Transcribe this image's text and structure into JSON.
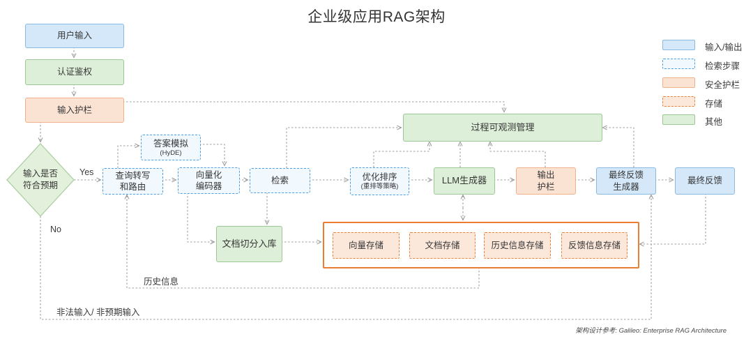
{
  "title": "企业级应用RAG架构",
  "nodes": {
    "user_input": {
      "label": "用户输入"
    },
    "auth": {
      "label": "认证鉴权"
    },
    "input_guardrail": {
      "label": "输入护栏"
    },
    "decision": {
      "line1": "输入是否",
      "line2": "符合预期"
    },
    "hyde": {
      "line1": "答案模拟",
      "line2": "(HyDE)"
    },
    "query_rewrite": {
      "line1": "查询转写",
      "line2": "和路由"
    },
    "encoder": {
      "line1": "向量化",
      "line2": "编码器"
    },
    "retrieval": {
      "label": "检索"
    },
    "rerank": {
      "line1": "优化排序",
      "line2": "(重排等策略)"
    },
    "llm": {
      "label": "LLM生成器"
    },
    "output_guardrail": {
      "line1": "输出",
      "line2": "护栏"
    },
    "feedback_generator": {
      "line1": "最终反馈",
      "line2": "生成器"
    },
    "final_feedback": {
      "label": "最终反馈"
    },
    "observability": {
      "label": "过程可观测管理"
    },
    "doc_ingest": {
      "label": "文档切分入库"
    },
    "vector_store": {
      "label": "向量存储"
    },
    "doc_store": {
      "label": "文档存储"
    },
    "history_store": {
      "label": "历史信息存储"
    },
    "feedback_store": {
      "label": "反馈信息存储"
    }
  },
  "edge_labels": {
    "yes": "Yes",
    "no": "No",
    "history": "历史信息",
    "invalid": "非法输入/ 非预期输入"
  },
  "legend": {
    "items": [
      {
        "label": "输入/输出",
        "type": "io"
      },
      {
        "label": "检索步骤",
        "type": "retrieval-step"
      },
      {
        "label": "安全护栏",
        "type": "guardrail"
      },
      {
        "label": "存储",
        "type": "storage"
      },
      {
        "label": "其他",
        "type": "other"
      }
    ]
  },
  "footer": "架构设计参考: Galileo: Enterprise RAG Architecture",
  "colors": {
    "io_fill": "#d4e8f9",
    "io_border": "#8ab9e2",
    "retrieval_fill": "#f1f8fe",
    "retrieval_border": "#4d9ee3",
    "guardrail_fill": "#fbe3d4",
    "guardrail_border": "#f0b18b",
    "storage_fill": "#fce8db",
    "storage_border": "#e8823d",
    "storage_container_border": "#ed7d31",
    "other_fill": "#ddefd9",
    "other_border": "#9cc896",
    "wire": "#9e9e9e",
    "text": "#363636"
  }
}
